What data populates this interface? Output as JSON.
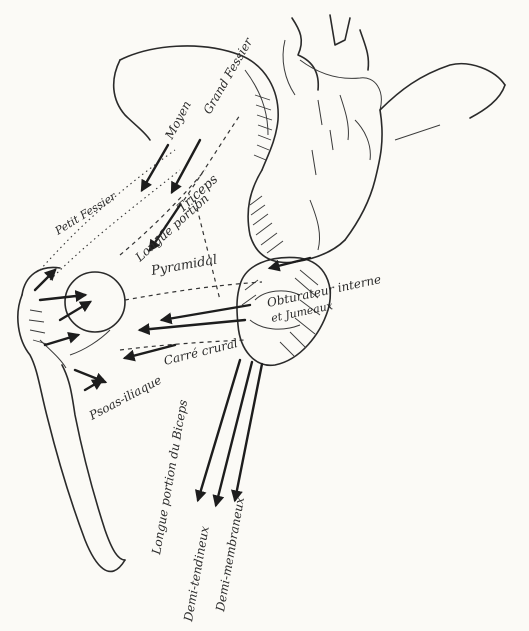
{
  "labels": {
    "moyen": "Moyen",
    "grand_fessier": "Grand Fessier",
    "petit_fessier": "Petit Fessier",
    "triceps": "Triceps",
    "longue_portion": "Longue portion",
    "pyramidal": "Pyramidal",
    "obturateur": "Obturateur interne",
    "jumeaux": "et Jumeaux",
    "carre_crural": "Carré crural",
    "psoas_iliaque": "Psoas-iliaque",
    "biceps": "Longue portion du Biceps",
    "demi_tendineux": "Demi-tendineux",
    "demi_membraneux": "Demi-membraneux"
  }
}
